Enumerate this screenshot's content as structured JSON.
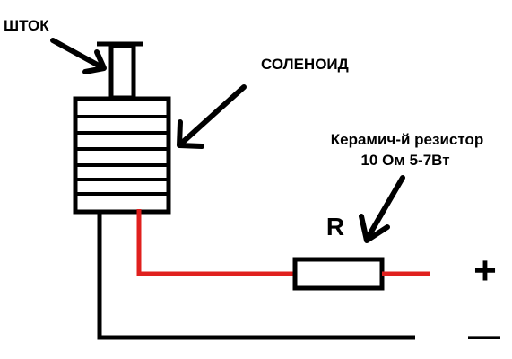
{
  "diagram": {
    "labels": {
      "rod": "ШТОК",
      "solenoid": "СОЛЕНОИД",
      "resistor_line1": "Керамич-й резистор",
      "resistor_line2": "10 Ом 5-7Вт",
      "resistor_symbol": "R",
      "plus": "+",
      "minus": "—"
    },
    "colors": {
      "wire_positive": "#e0201e",
      "wire_negative": "#000000",
      "outline": "#000000",
      "background": "#ffffff"
    }
  }
}
